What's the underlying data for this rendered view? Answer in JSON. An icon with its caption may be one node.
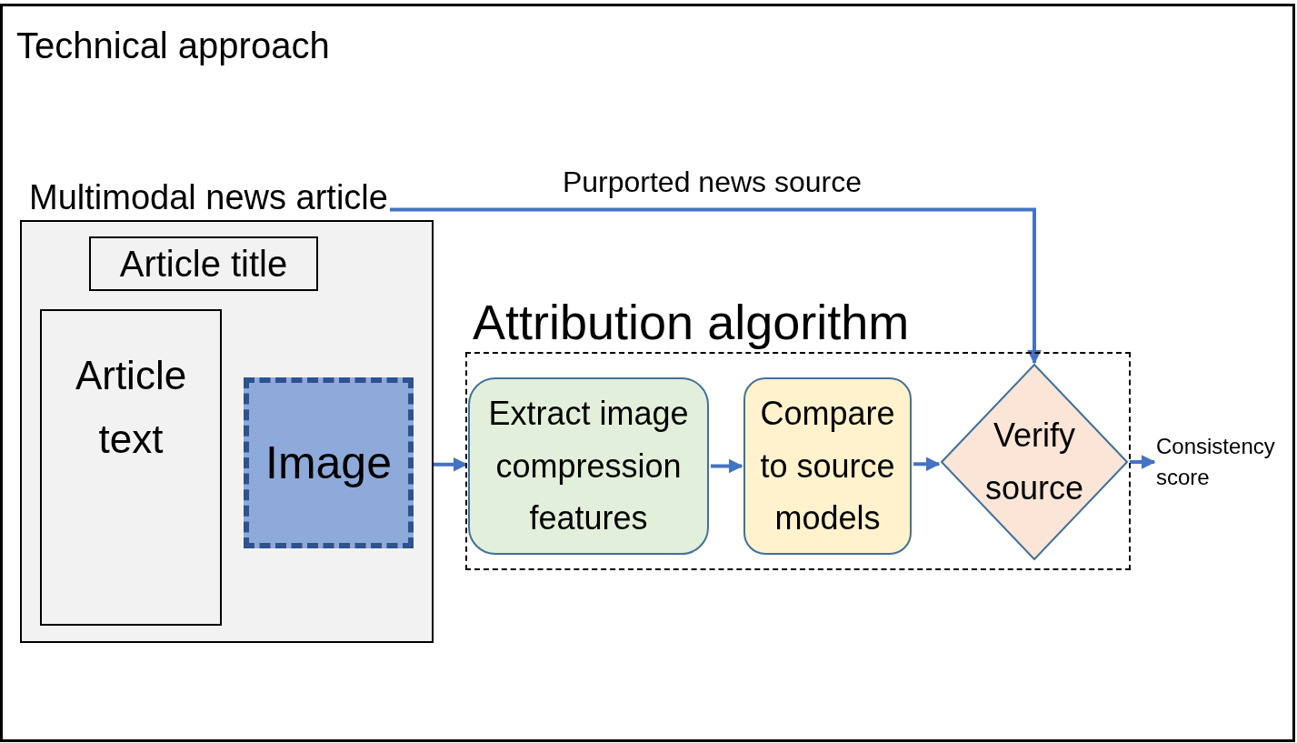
{
  "diagram": {
    "title": "Technical approach",
    "nodes": [
      {
        "text": [
          "Multimodal news article"
        ]
      },
      {
        "text": [
          "Article title"
        ],
        "in": 0
      },
      {
        "text": [
          "Article text"
        ],
        "in": 0
      },
      {
        "text": [
          "Image"
        ],
        "in": 0
      },
      {
        "text": [
          "Attribution algorithm"
        ]
      },
      {
        "text": [
          "Extract image compression features"
        ],
        "in": 4
      },
      {
        "text": [
          "Compare to source models"
        ],
        "in": 4
      },
      {
        "text": [
          "Verify source"
        ],
        "in": 4
      },
      {
        "text": [
          "Consistency score"
        ]
      }
    ],
    "edges": [
      {
        "from": 0,
        "to": 7,
        "arrow": "to",
        "label": "Purported news source"
      },
      {
        "from": 3,
        "to": 5,
        "arrow": "to"
      },
      {
        "from": 5,
        "to": 6,
        "arrow": "to"
      },
      {
        "from": 6,
        "to": 7,
        "arrow": "to"
      },
      {
        "from": 7,
        "to": 8,
        "arrow": "to"
      }
    ]
  }
}
